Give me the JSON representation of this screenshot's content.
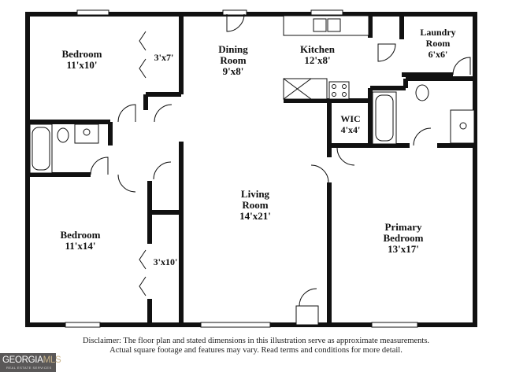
{
  "rooms": [
    {
      "name": "Bedroom",
      "size": "11'x10'"
    },
    {
      "name": "",
      "size": "3'x7'"
    },
    {
      "name": "Dining\nRoom",
      "size": "9'x8'"
    },
    {
      "name": "Kitchen",
      "size": "12'x8'"
    },
    {
      "name": "Laundry\nRoom",
      "size": "6'x6'"
    },
    {
      "name": "WIC",
      "size": "4'x4'"
    },
    {
      "name": "Living\nRoom",
      "size": "14'x21'"
    },
    {
      "name": "Bedroom",
      "size": "11'x14'"
    },
    {
      "name": "",
      "size": "3'x10'"
    },
    {
      "name": "Primary\nBedroom",
      "size": "13'x17'"
    }
  ],
  "disclaimer": {
    "line1": "Disclaimer: The floor plan and stated dimensions in this illustration serve as approximate measurements.",
    "line2": "Actual square footage and features may vary. Read terms and conditions for more detail."
  },
  "logo": {
    "text": "GEORGIAMLS",
    "subtext": "REAL ESTATE SERVICES"
  },
  "colors": {
    "wall": "#111111",
    "logo_bg": "#5a5858"
  }
}
